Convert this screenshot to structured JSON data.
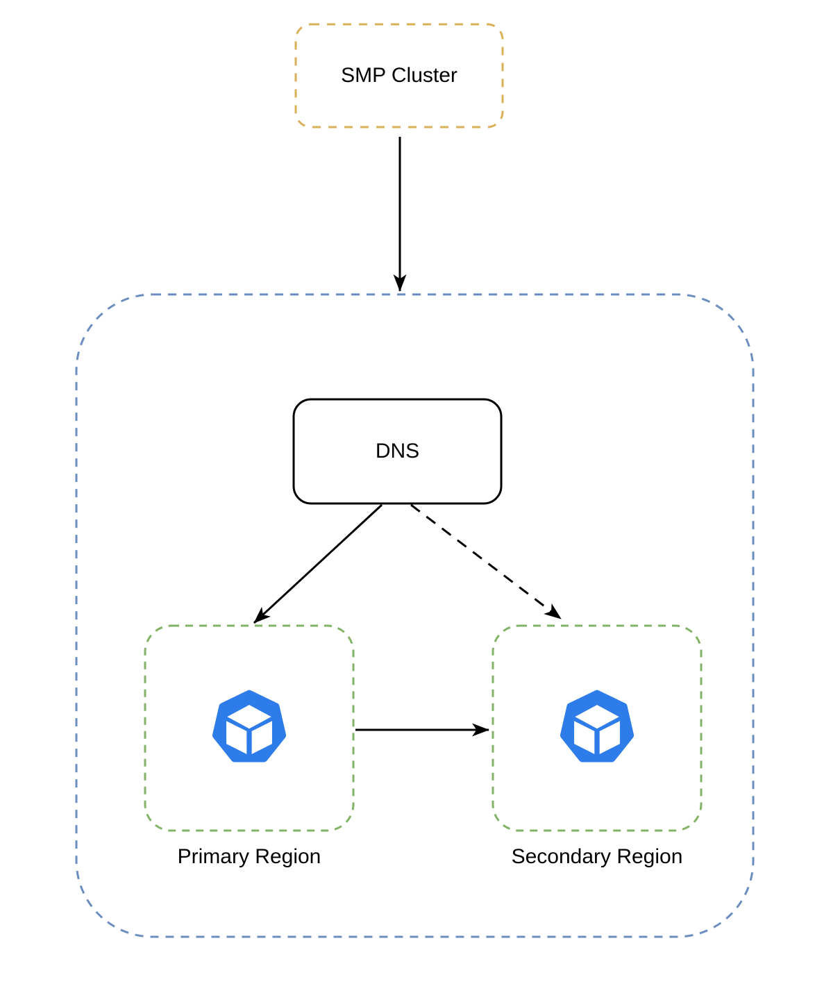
{
  "diagram": {
    "type": "architecture-flow",
    "background_color": "#ffffff",
    "nodes": {
      "smp_cluster": {
        "label": "SMP Cluster",
        "border_color": "#D8B057",
        "border_style": "dashed",
        "fill": "#ffffff"
      },
      "dns_zone_container": {
        "label": "",
        "border_color": "#6C8EBF",
        "border_style": "dashed",
        "fill": "#ffffff"
      },
      "dns": {
        "label": "DNS",
        "border_color": "#000000",
        "border_style": "solid",
        "fill": "#ffffff"
      },
      "primary_region": {
        "label": "Primary Region",
        "border_color": "#82B366",
        "border_style": "dashed",
        "fill": "#ffffff",
        "icon": "heptagon-cube-icon",
        "icon_color": "#2D7CE9"
      },
      "secondary_region": {
        "label": "Secondary Region",
        "border_color": "#82B366",
        "border_style": "dashed",
        "fill": "#ffffff",
        "icon": "heptagon-cube-icon",
        "icon_color": "#2D7CE9"
      }
    },
    "edges": [
      {
        "from": "smp_cluster",
        "to": "dns_zone_container",
        "line_style": "solid",
        "arrowhead": "filled-classic",
        "color": "#000000"
      },
      {
        "from": "dns",
        "to": "primary_region",
        "line_style": "solid",
        "arrowhead": "filled-classic",
        "color": "#000000"
      },
      {
        "from": "dns",
        "to": "secondary_region",
        "line_style": "dashed",
        "arrowhead": "filled-classic",
        "color": "#000000"
      },
      {
        "from": "primary_region",
        "to": "secondary_region",
        "line_style": "solid",
        "arrowhead": "filled-classic",
        "color": "#000000"
      }
    ]
  }
}
